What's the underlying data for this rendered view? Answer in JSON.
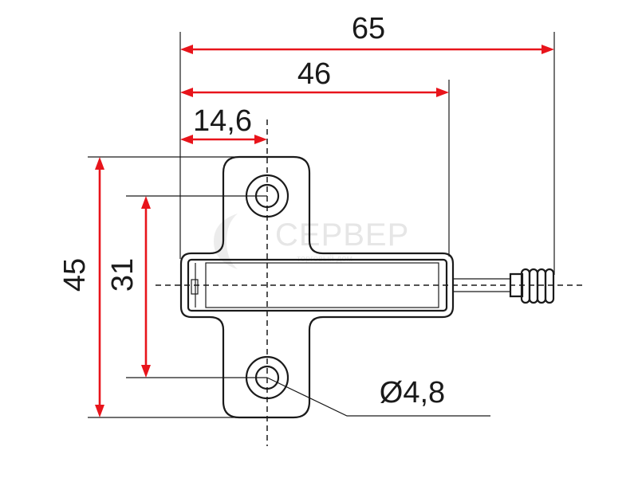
{
  "dimensions": {
    "overall_length": "65",
    "body_length": "46",
    "hole_offset": "14,6",
    "overall_height": "45",
    "hole_spacing": "31",
    "hole_diameter": "Ø4,8"
  },
  "watermark": {
    "brand": "СЕРВЕР",
    "tagline": "торговый дом"
  },
  "colors": {
    "dimension_line": "#e8141b",
    "outline": "#1a1a1a",
    "watermark": "#e6e6e6"
  }
}
